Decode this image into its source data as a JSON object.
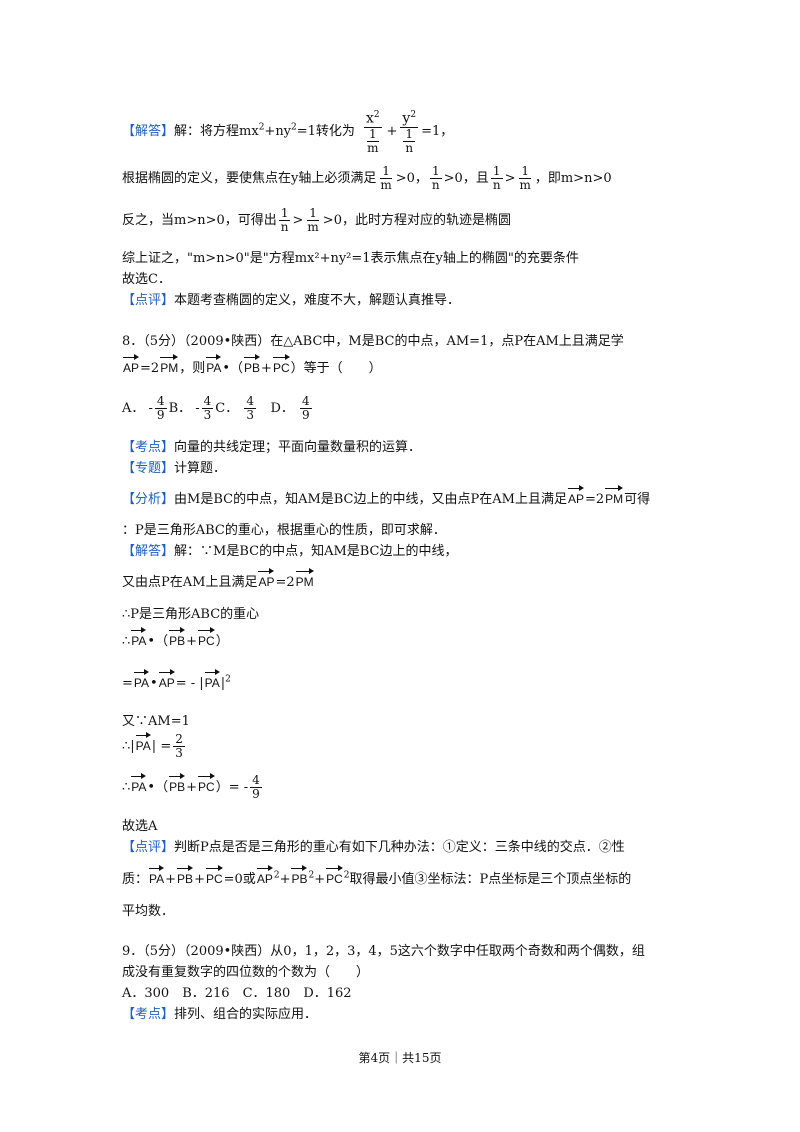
{
  "p7": {
    "jieda_tag": "【解答】",
    "jieda_1": "解：将方程mx",
    "jieda_2": "+ny",
    "jieda_3": "=1转化为",
    "x2": "x",
    "y2": "y",
    "one": "1",
    "m": "m",
    "n": "n",
    "eq1": "=1，",
    "line2a": "根据椭圆的定义，要使焦点在y轴上必须满足",
    "gt0_1": ">0，",
    "gt0_2": ">0，且",
    "gt": ">",
    "line2b": "，即m>n>0",
    "line3a": "反之，当m>n>0，可得出",
    "line3b": ">0，此时方程对应的轨迹是椭圆",
    "line4": "综上证之，\"m>n>0\"是\"方程mx²+ny²=1表示焦点在y轴上的椭圆\"的充要条件",
    "line5": "故选C．",
    "dianping_tag": "【点评】",
    "dianping": "本题考查椭圆的定义，难度不大，解题认真推导．"
  },
  "p8": {
    "q_head": "8．（5分）（2009•陕西）在△ABC中，M是BC的中点，AM=1，点P在AM上且满足学",
    "vAP": "AP",
    "vPM": "PM",
    "vPA": "PA",
    "vPB": "PB",
    "vPC": "PC",
    "eq2": "=2",
    "ze": "，则",
    "dot": "•",
    "dengyu": "等于（　　）",
    "optA": "A．",
    "optB": "B．",
    "optC": "C．",
    "optD": "D．",
    "n4": "4",
    "n9": "9",
    "n3": "3",
    "n2": "2",
    "kaodian_tag": "【考点】",
    "kaodian": "向量的共线定理；平面向量数量积的运算．",
    "zhuanti_tag": "【专题】",
    "zhuanti": "计算题．",
    "fenxi_tag": "【分析】",
    "fenxi_a": "由M是BC的中点，知AM是BC边上的中线，又由点P在AM上且满足",
    "fenxi_b": "可得",
    "fenxi_c": "：P是三角形ABC的重心，根据重心的性质，即可求解．",
    "jieda_tag": "【解答】",
    "jieda": "解：∵M是BC的中点，知AM是BC边上的中线，",
    "l_youyou": "又由点P在AM上且满足",
    "l_ps": "∴P是三角形ABC的重心",
    "l_so": "∴",
    "l_eq": "=",
    "l_minus": "= -",
    "l_you_am": "又∵AM=1",
    "l_res": "故选A",
    "dianping_tag": "【点评】",
    "dp_1": "判断P点是否是三角形的重心有如下几种办法：①定义：三条中线的交点．②性",
    "dp_2a": "质：",
    "dp_2b": "=0或",
    "dp_2c": "取得最小值③坐标法：P点坐标是三个顶点坐标的",
    "dp_3": "平均数．"
  },
  "p9": {
    "q_head1": "9．（5分）（2009•陕西）从0，1，2，3，4，5这六个数字中任取两个奇数和两个偶数，组",
    "q_head2": "成没有重复数字的四位数的个数为（　　）",
    "opts": "A．300　B．216　C．180　D．162",
    "kaodian_tag": "【考点】",
    "kaodian": "排列、组合的实际应用．"
  },
  "footer": "第4页｜共15页"
}
